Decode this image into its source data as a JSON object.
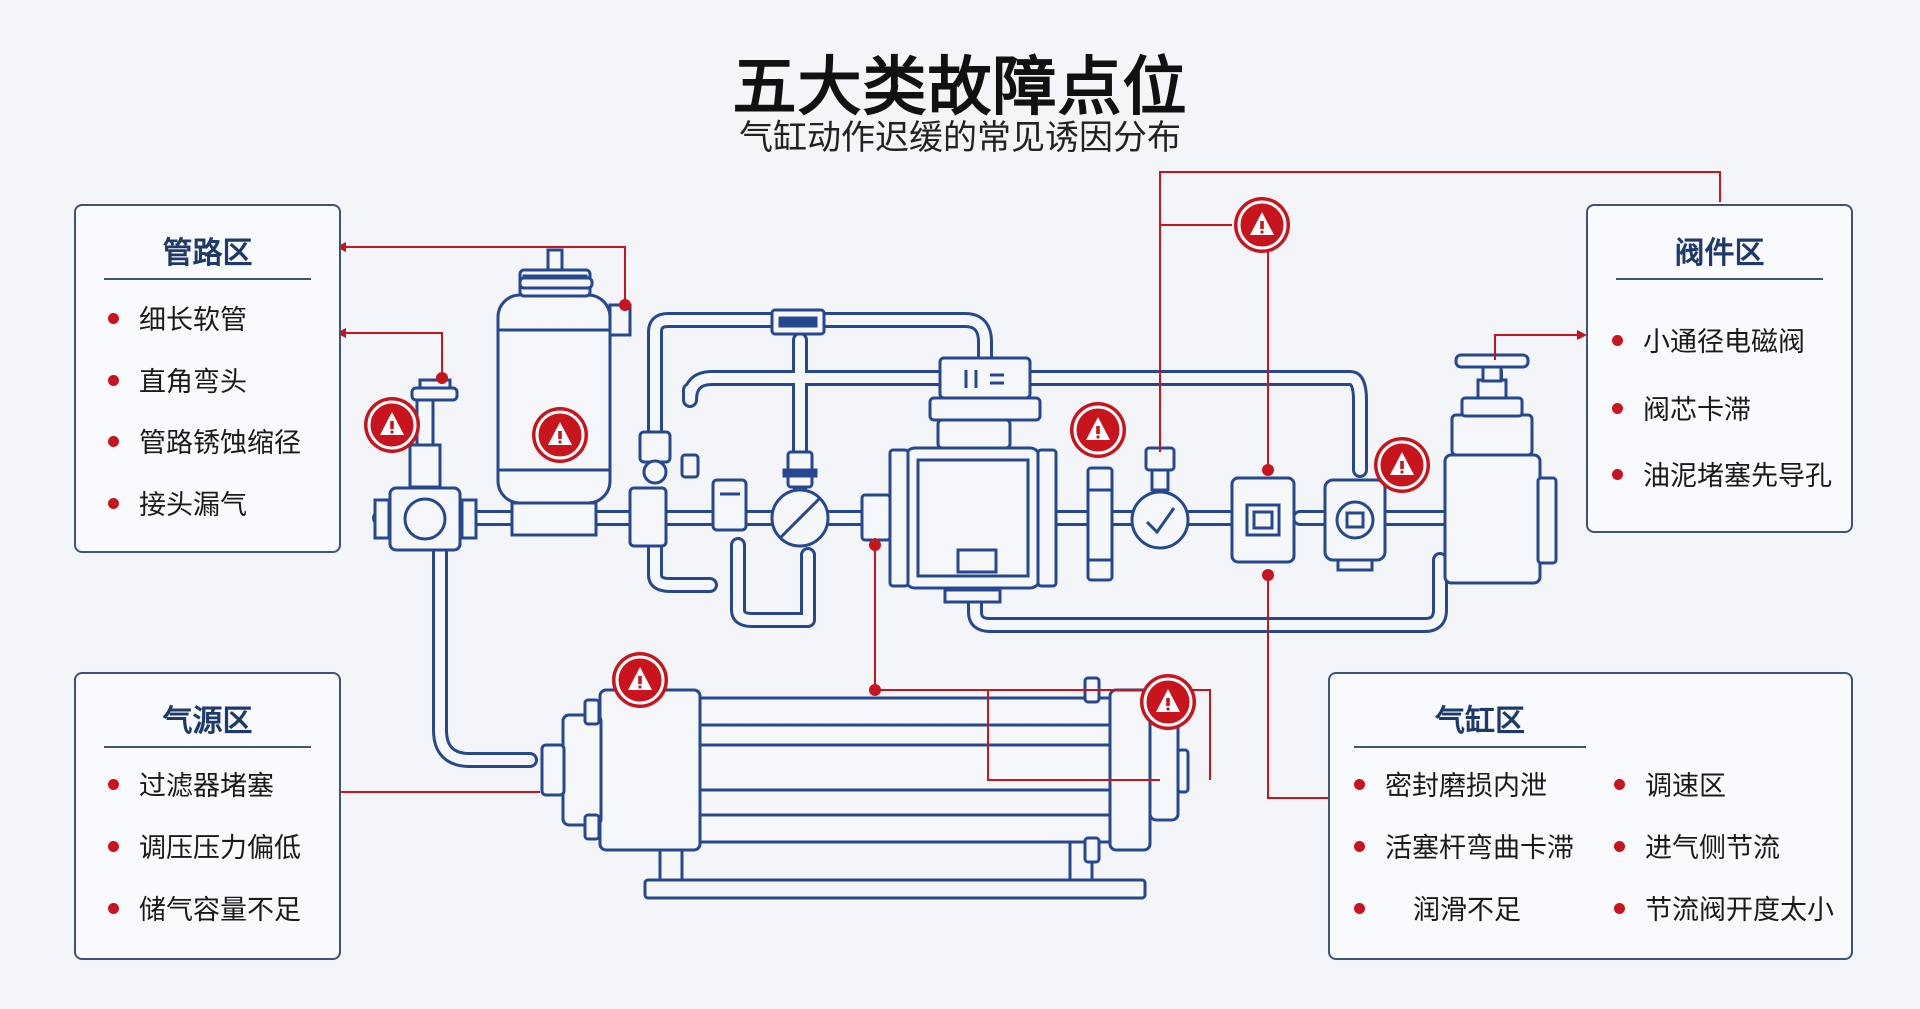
{
  "header": {
    "title": "五大类故障点位",
    "subtitle": "气缸动作迟缓的常见诱因分布"
  },
  "colors": {
    "pipe_blue": "#25488e",
    "alert_red": "#c8141c",
    "panel_border": "#3f5475",
    "panel_title": "#1e3a6a"
  },
  "panels": {
    "pipeline": {
      "title": "管路区",
      "items": [
        "细长软管",
        "直角弯头",
        "管路锈蚀缩径",
        "接头漏气"
      ]
    },
    "valve": {
      "title": "阀件区",
      "items": [
        "小通径电磁阀",
        "阀芯卡滞",
        "油泥堵塞先导孔"
      ]
    },
    "air_source": {
      "title": "气源区",
      "items": [
        "过滤器堵塞",
        "调压压力偏低",
        "储气容量不足"
      ]
    },
    "cylinder": {
      "title": "气缸区",
      "left_items": [
        "密封磨损内泄",
        "活塞杆弯曲卡滞",
        "润滑不足"
      ],
      "right_items": [
        "调速区",
        "进气侧节流",
        "节流阀开度太小"
      ]
    }
  },
  "warning_icon": "warning-triangle-icon"
}
